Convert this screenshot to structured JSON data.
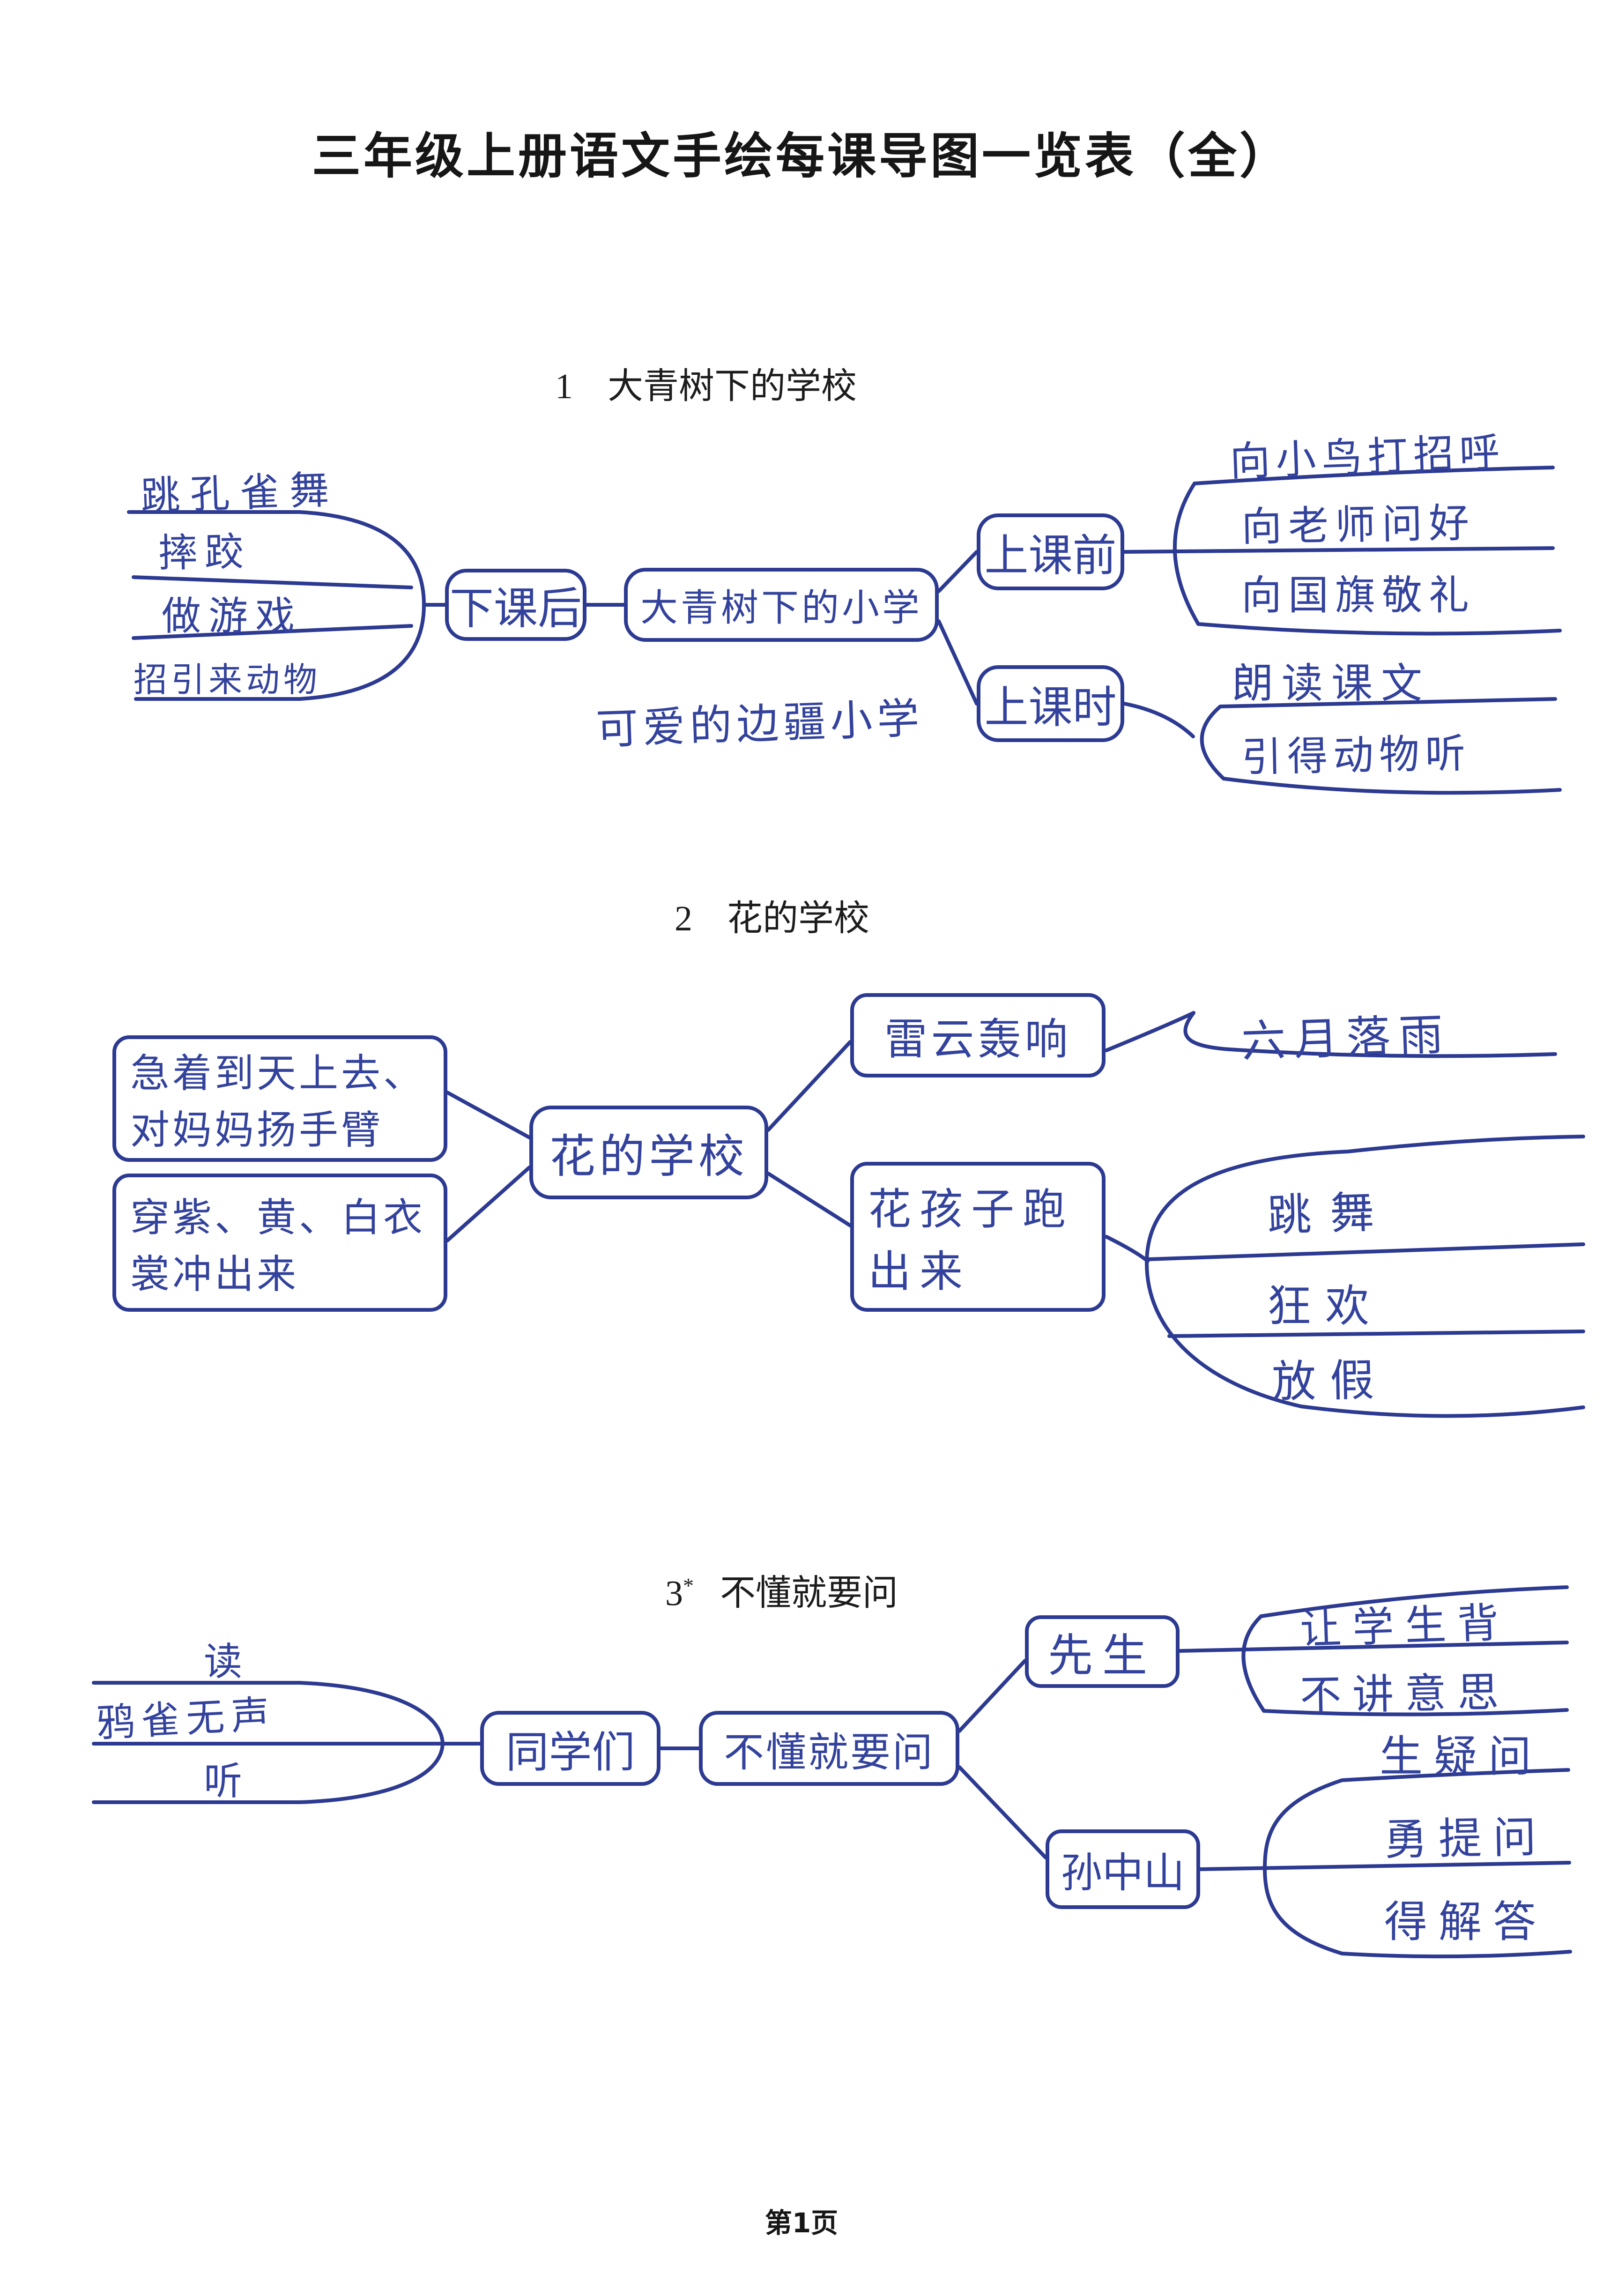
{
  "page": {
    "title": "三年级上册语文手绘每课导图一览表（全）",
    "footer": "第1页",
    "ink_color": "#2c3a92",
    "heading_color": "#161616"
  },
  "lessons": [
    {
      "number": "1",
      "title": "大青树下的学校",
      "map": {
        "root": "大青树下的小学",
        "note": "可爱的边疆小学",
        "left": {
          "label": "下课后",
          "items": [
            "跳孔雀舞",
            "摔跤",
            "做游戏",
            "招引来动物"
          ]
        },
        "right": [
          {
            "label": "上课前",
            "items": [
              "向小鸟打招呼",
              "向老师问好",
              "向国旗敬礼"
            ]
          },
          {
            "label": "上课时",
            "items": [
              "朗读课文",
              "引得动物听"
            ]
          }
        ]
      }
    },
    {
      "number": "2",
      "title": "花的学校",
      "map": {
        "root": "花的学校",
        "left_boxes": [
          {
            "line1": "急着到天上去、",
            "line2": "对妈妈扬手臂"
          },
          {
            "line1": "穿紫、黄、白衣",
            "line2": "裳冲出来"
          }
        ],
        "right": [
          {
            "label": "雷云轰响",
            "items": [
              "六月落雨"
            ]
          },
          {
            "label_line1": "花孩子跑",
            "label_line2": "出来",
            "items": [
              "跳舞",
              "狂欢",
              "放假"
            ]
          }
        ]
      }
    },
    {
      "number": "3",
      "star": "*",
      "title": "不懂就要问",
      "map": {
        "root": "不懂就要问",
        "left": {
          "label": "同学们",
          "items": [
            "读",
            "鸦雀无声",
            "听"
          ]
        },
        "right": [
          {
            "label": "先生",
            "items": [
              "让学生背",
              "不讲意思"
            ]
          },
          {
            "label": "孙中山",
            "items": [
              "生疑问",
              "勇提问",
              "得解答"
            ]
          }
        ]
      }
    }
  ]
}
